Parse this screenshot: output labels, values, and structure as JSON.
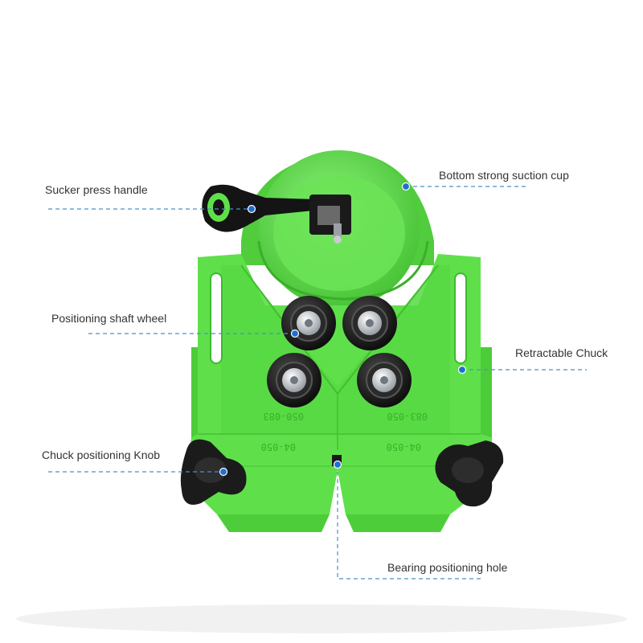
{
  "callouts": {
    "sucker_handle": "Sucker press handle",
    "suction_cup": "Bottom strong suction cup",
    "shaft_wheel": "Positioning shaft wheel",
    "retract_chuck": "Retractable Chuck",
    "chuck_knob": "Chuck positioning Knob",
    "bearing_hole": "Bearing positioning hole"
  },
  "scale_marks": {
    "upper_left": "050-083",
    "upper_right": "083-050",
    "lower_left": "04-050",
    "lower_right": "04-050"
  },
  "colors": {
    "body_green": "#5fe04a",
    "body_shadow": "#3fb831",
    "cup_green": "#6ee85a",
    "knob_black": "#1b1b1b",
    "bearing_metal": "#b9bec4",
    "leader_blue": "#4a90c8",
    "dot_blue": "#1f6fd1"
  }
}
